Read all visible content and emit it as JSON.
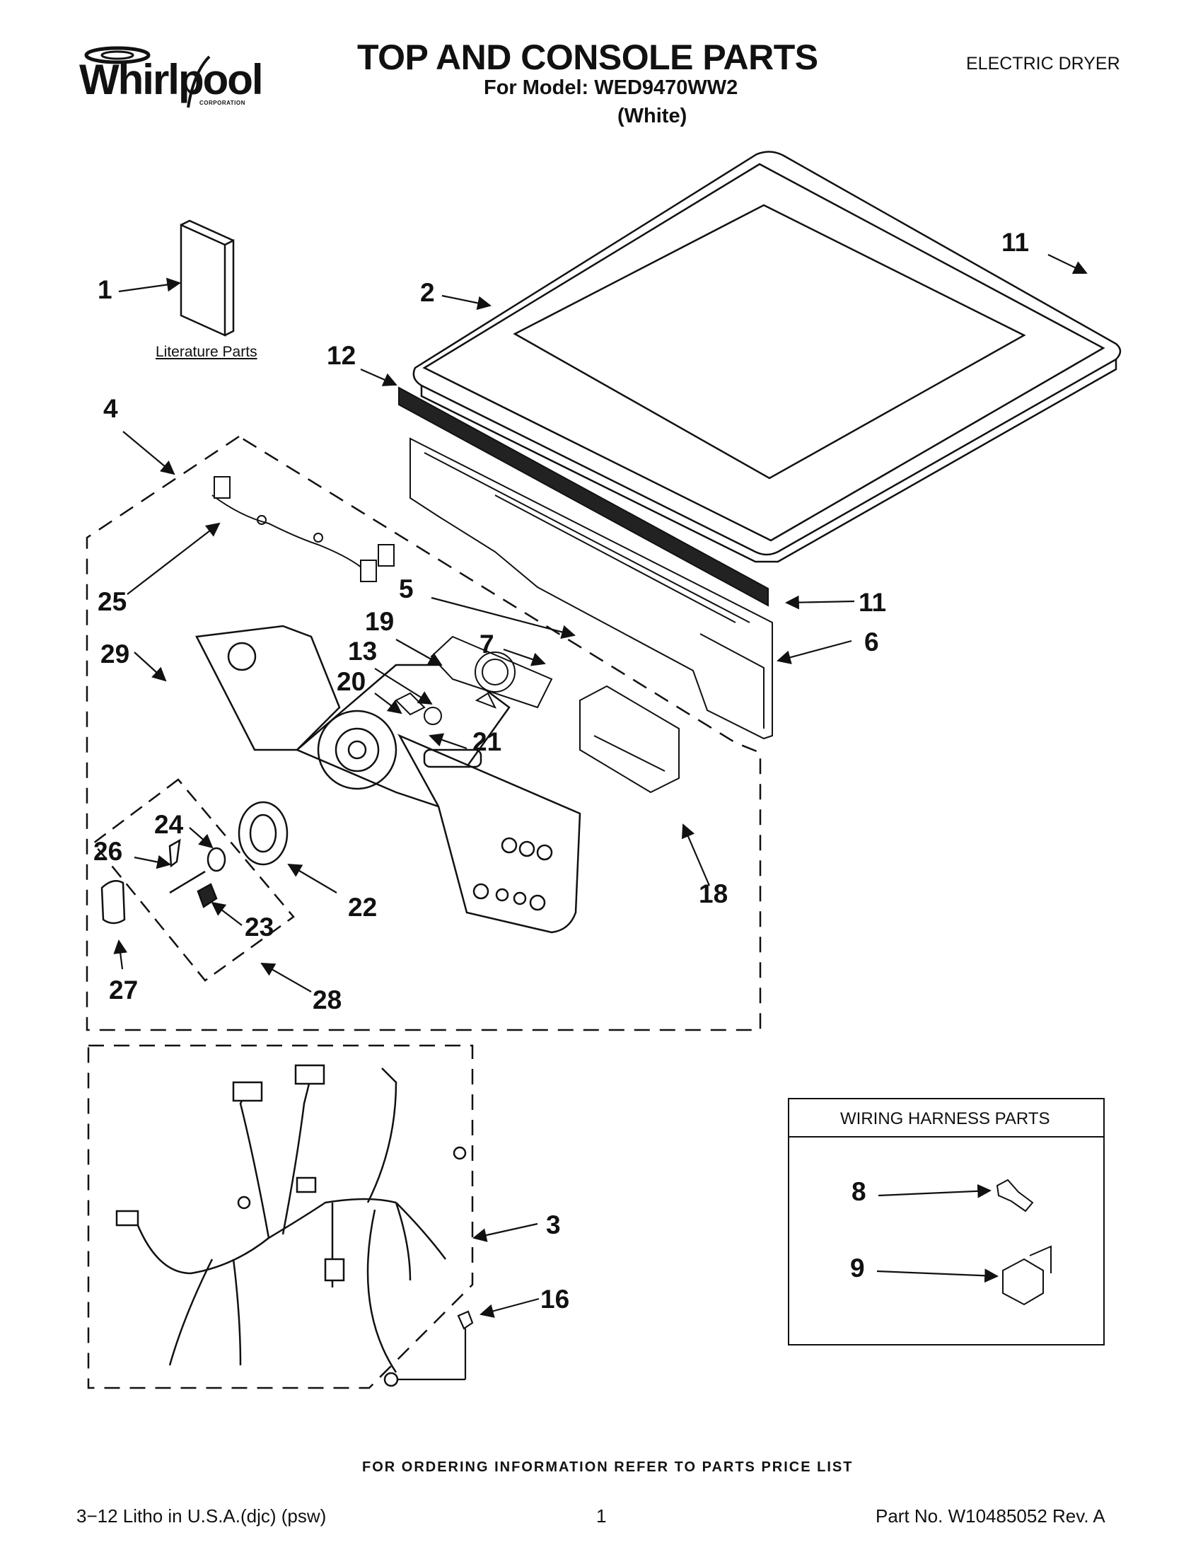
{
  "header": {
    "brand_name": "Whirlpool",
    "brand_subtext": "CORPORATION",
    "title": "TOP AND CONSOLE PARTS",
    "model_line": "For Model: WED9470WW2",
    "color_line": "(White)",
    "product_type": "ELECTRIC DRYER"
  },
  "labels": {
    "literature_parts": "Literature Parts",
    "wiring_box_title": "WIRING HARNESS PARTS"
  },
  "callouts": {
    "c1": "1",
    "c2": "2",
    "c3": "3",
    "c4": "4",
    "c5": "5",
    "c6": "6",
    "c7": "7",
    "c8": "8",
    "c9": "9",
    "c11a": "11",
    "c11b": "11",
    "c12": "12",
    "c13": "13",
    "c16": "16",
    "c18": "18",
    "c19": "19",
    "c20": "20",
    "c21": "21",
    "c22": "22",
    "c23": "23",
    "c24": "24",
    "c25": "25",
    "c26": "26",
    "c27": "27",
    "c28": "28",
    "c29": "29"
  },
  "footer": {
    "ordering_note": "FOR ORDERING INFORMATION REFER TO PARTS PRICE LIST",
    "litho": "3−12 Litho in U.S.A.(djc) (psw)",
    "page_number": "1",
    "part_number": "Part No. W10485052 Rev. A"
  }
}
